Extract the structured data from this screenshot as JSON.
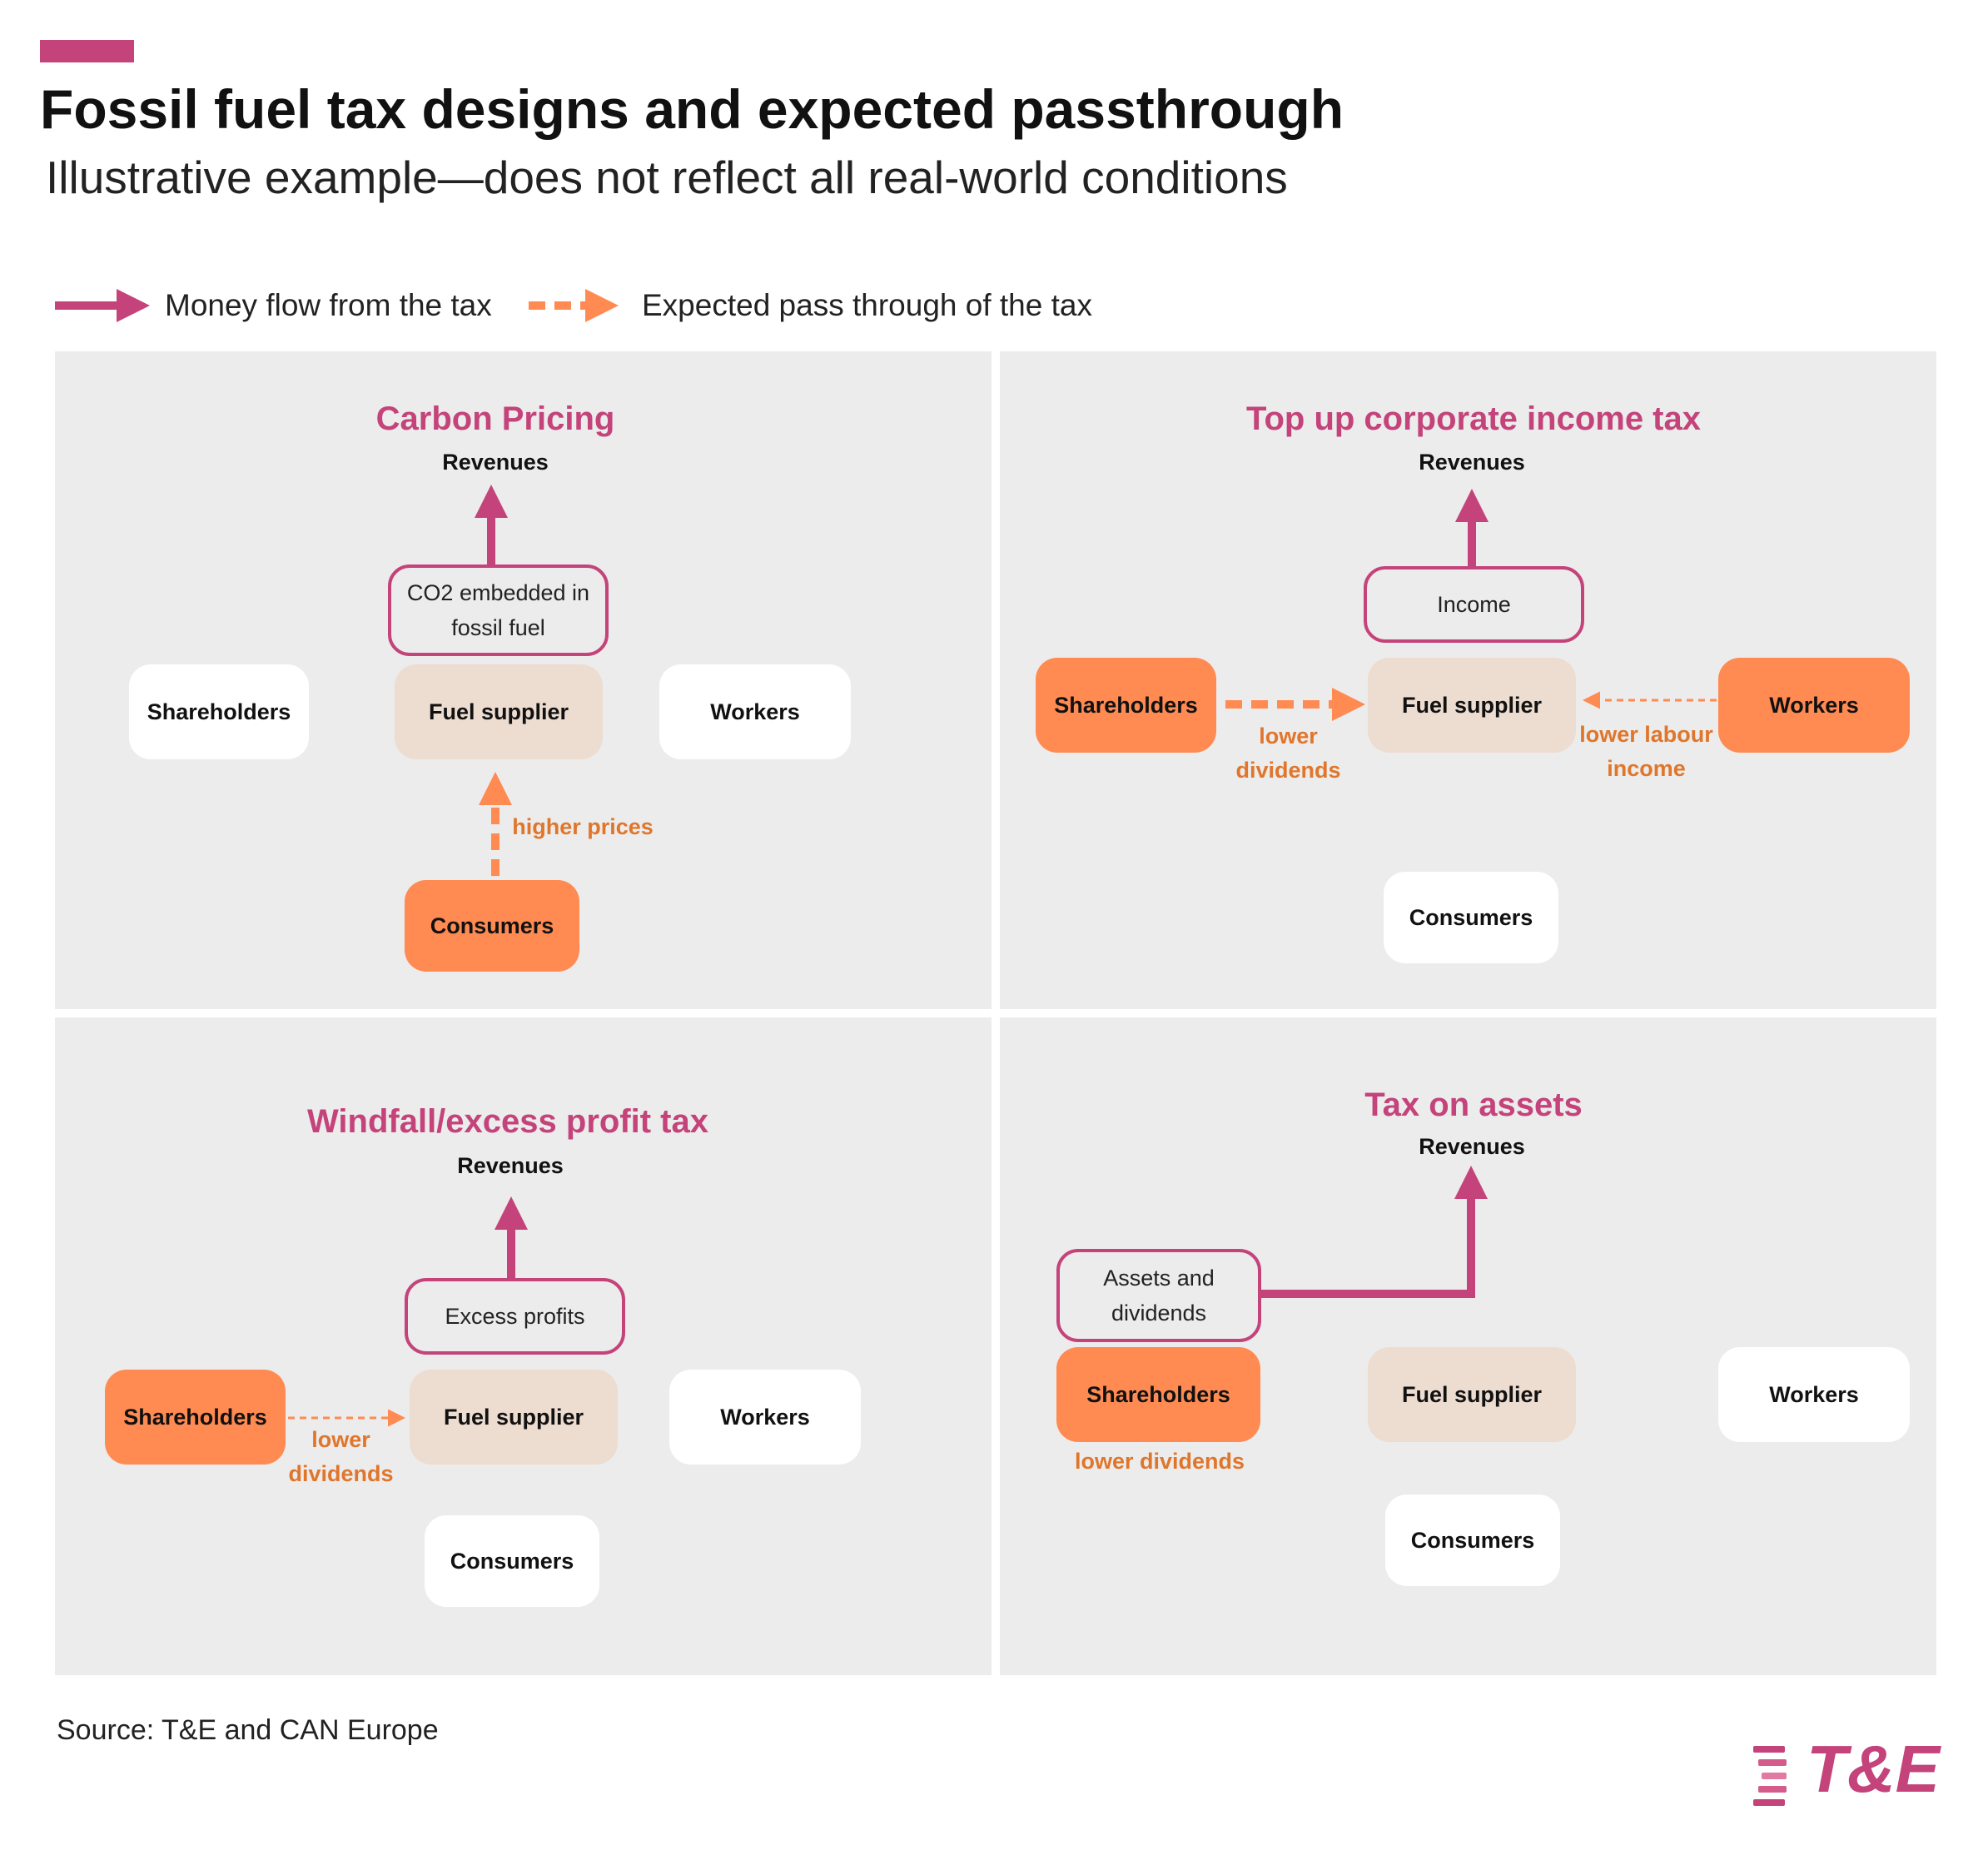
{
  "header": {
    "title": "Fossil fuel tax designs and expected passthrough",
    "subtitle": "Illustrative example—does not reflect all real-world conditions"
  },
  "legend": {
    "money_flow": "Money flow from the tax",
    "pass_through": "Expected pass through of the tax"
  },
  "colors": {
    "accent": "#c4437a",
    "pass_through": "#ff8a52",
    "pass_through_text": "#e0762c",
    "panel_bg": "#ececec",
    "fuel_supplier": "#eddcd0"
  },
  "panels": {
    "carbon": {
      "title": "Carbon Pricing",
      "revenues": "Revenues",
      "tax_base": "CO2 embedded in fossil fuel",
      "shareholders": "Shareholders",
      "supplier": "Fuel supplier",
      "workers": "Workers",
      "consumers": "Consumers",
      "flow_label": "higher prices"
    },
    "corporate": {
      "title": "Top up corporate income tax",
      "revenues": "Revenues",
      "tax_base": "Income",
      "shareholders": "Shareholders",
      "supplier": "Fuel supplier",
      "workers": "Workers",
      "consumers": "Consumers",
      "flow_label_left": "lower dividends",
      "flow_label_right": "lower labour income"
    },
    "windfall": {
      "title": "Windfall/excess profit tax",
      "revenues": "Revenues",
      "tax_base": "Excess profits",
      "shareholders": "Shareholders",
      "supplier": "Fuel supplier",
      "workers": "Workers",
      "consumers": "Consumers",
      "flow_label": "lower dividends"
    },
    "assets": {
      "title": "Tax on assets",
      "revenues": "Revenues",
      "tax_base": "Assets and dividends",
      "shareholders": "Shareholders",
      "supplier": "Fuel supplier",
      "workers": "Workers",
      "consumers": "Consumers",
      "flow_label": "lower dividends"
    }
  },
  "footer": {
    "source": "Source: T&E and CAN Europe",
    "logo": "T&E"
  }
}
